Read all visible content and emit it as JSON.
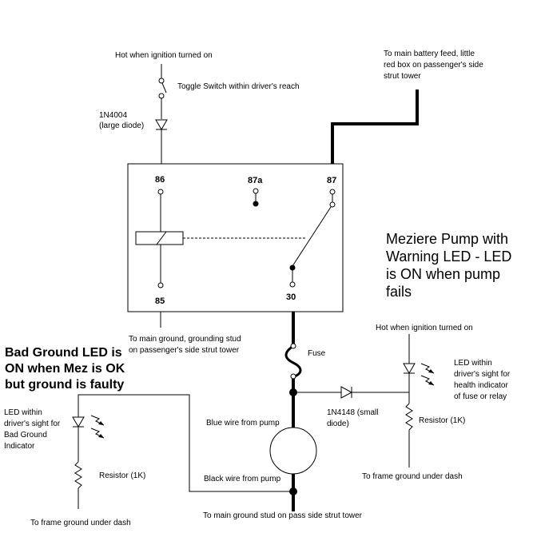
{
  "labels": {
    "hot_top": "Hot when ignition turned on",
    "toggle_switch": "Toggle Switch within driver's reach",
    "diode_1n4004_a": "1N4004",
    "diode_1n4004_b": "(large diode)",
    "battery_a": "To main battery feed, little",
    "battery_b": "red box on passenger's side",
    "battery_c": "strut tower",
    "pin_86": "86",
    "pin_87a": "87a",
    "pin_87": "87",
    "pin_85": "85",
    "pin_30": "30",
    "title_a": "Meziere Pump with",
    "title_b": "Warning LED - LED",
    "title_c": "is ON when pump",
    "title_d": "fails",
    "ground_stud_a": "To main ground, grounding stud",
    "ground_stud_b": "on passenger's side strut tower",
    "fuse": "Fuse",
    "hot_right": "Hot when ignition turned on",
    "bad_ground_a": "Bad Ground LED is",
    "bad_ground_b": "ON when Mez is OK",
    "bad_ground_c": "but ground is faulty",
    "led_right_a": "LED within",
    "led_right_b": "driver's sight for",
    "led_right_c": "health indicator",
    "led_right_d": "of fuse or relay",
    "led_left_a": "LED within",
    "led_left_b": "driver's sight for",
    "led_left_c": "Bad Ground",
    "led_left_d": "Indicator",
    "diode_1n4148_a": "1N4148 (small",
    "diode_1n4148_b": "diode)",
    "resistor_right": "Resistor (1K)",
    "blue_wire": "Blue wire from pump",
    "resistor_left": "Resistor (1K)",
    "frame_ground_right": "To frame ground under dash",
    "black_wire": "Black wire from pump",
    "main_ground_stud": "To main ground stud on pass side strut tower",
    "frame_ground_left": "To frame ground under dash"
  }
}
